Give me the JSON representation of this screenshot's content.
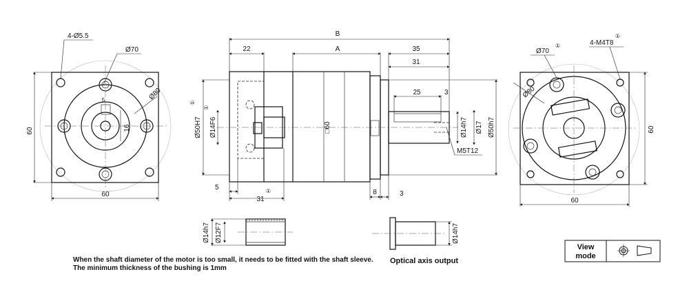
{
  "left_view": {
    "hole_callout": "4-Ø5.5",
    "pcd_label": "Ø70",
    "outer_label": "Ø80",
    "height_label": "60",
    "width_label": "60",
    "key_label": "16",
    "key_small_label": "5"
  },
  "side_view": {
    "overall_label": "B",
    "body_label": "A",
    "flange_label": "22",
    "shaft_total_label": "35",
    "shaft_length_label": "31",
    "key_length_label": "25",
    "key_offset_label": "3",
    "pilot_label": "Ø50H7",
    "pilot_mark": "①",
    "bore_label": "Ø14F6",
    "bore_mark": "①",
    "square_label": "□60",
    "shaft_label": "Ø14h7",
    "shaft_outer_label": "Ø17",
    "spigot_label": "Ø50h7",
    "thread_label": "M5T12",
    "bottom_5_label": "5",
    "bottom_31_label": "31",
    "bottom_31_mark": "①",
    "bottom_8_label": "8",
    "bottom_3_label": "3"
  },
  "right_view": {
    "tap_callout": "4-M4T8",
    "tap_mark": "①",
    "pcd_label": "Ø70",
    "pcd_mark": "①",
    "outer_label": "Ø80",
    "height_label": "60",
    "width_label": "60"
  },
  "sleeve": {
    "outer_label": "Ø14h7",
    "inner_label": "Ø12F7",
    "note_line1": "When the shaft diameter of the motor is too small, it needs to be fitted with the shaft sleeve.",
    "note_line2": "The minimum thickness of the bushing is 1mm"
  },
  "optical": {
    "shaft_label": "Ø14h7",
    "caption": "Optical axis output"
  },
  "view_mode": {
    "label_line1": "View",
    "label_line2": "mode"
  }
}
